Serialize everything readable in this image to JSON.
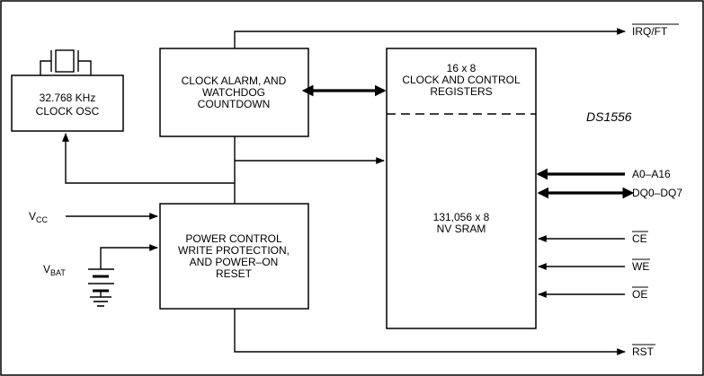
{
  "diagram": {
    "part_number": "DS1556",
    "blocks": {
      "osc": [
        "32.768 KHz",
        "CLOCK OSC"
      ],
      "alarm": [
        "CLOCK ALARM, AND",
        "WATCHDOG",
        "COUNTDOWN"
      ],
      "power": [
        "POWER CONTROL",
        "WRITE PROTECTION,",
        "AND POWER–ON",
        "RESET"
      ],
      "registers": [
        "16 x 8",
        "CLOCK AND CONTROL",
        "REGISTERS"
      ],
      "sram": [
        "131,056 x 8",
        "NV SRAM"
      ]
    },
    "signals": {
      "irq": "IRQ/FT",
      "rst": "RST",
      "address": "A0–A16",
      "data": "DQ0–DQ7",
      "ce": "CE",
      "we": "WE",
      "oe": "OE",
      "vcc_main": "V",
      "vcc_sub": "CC",
      "vbat_main": "V",
      "vbat_sub": "BAT"
    }
  }
}
